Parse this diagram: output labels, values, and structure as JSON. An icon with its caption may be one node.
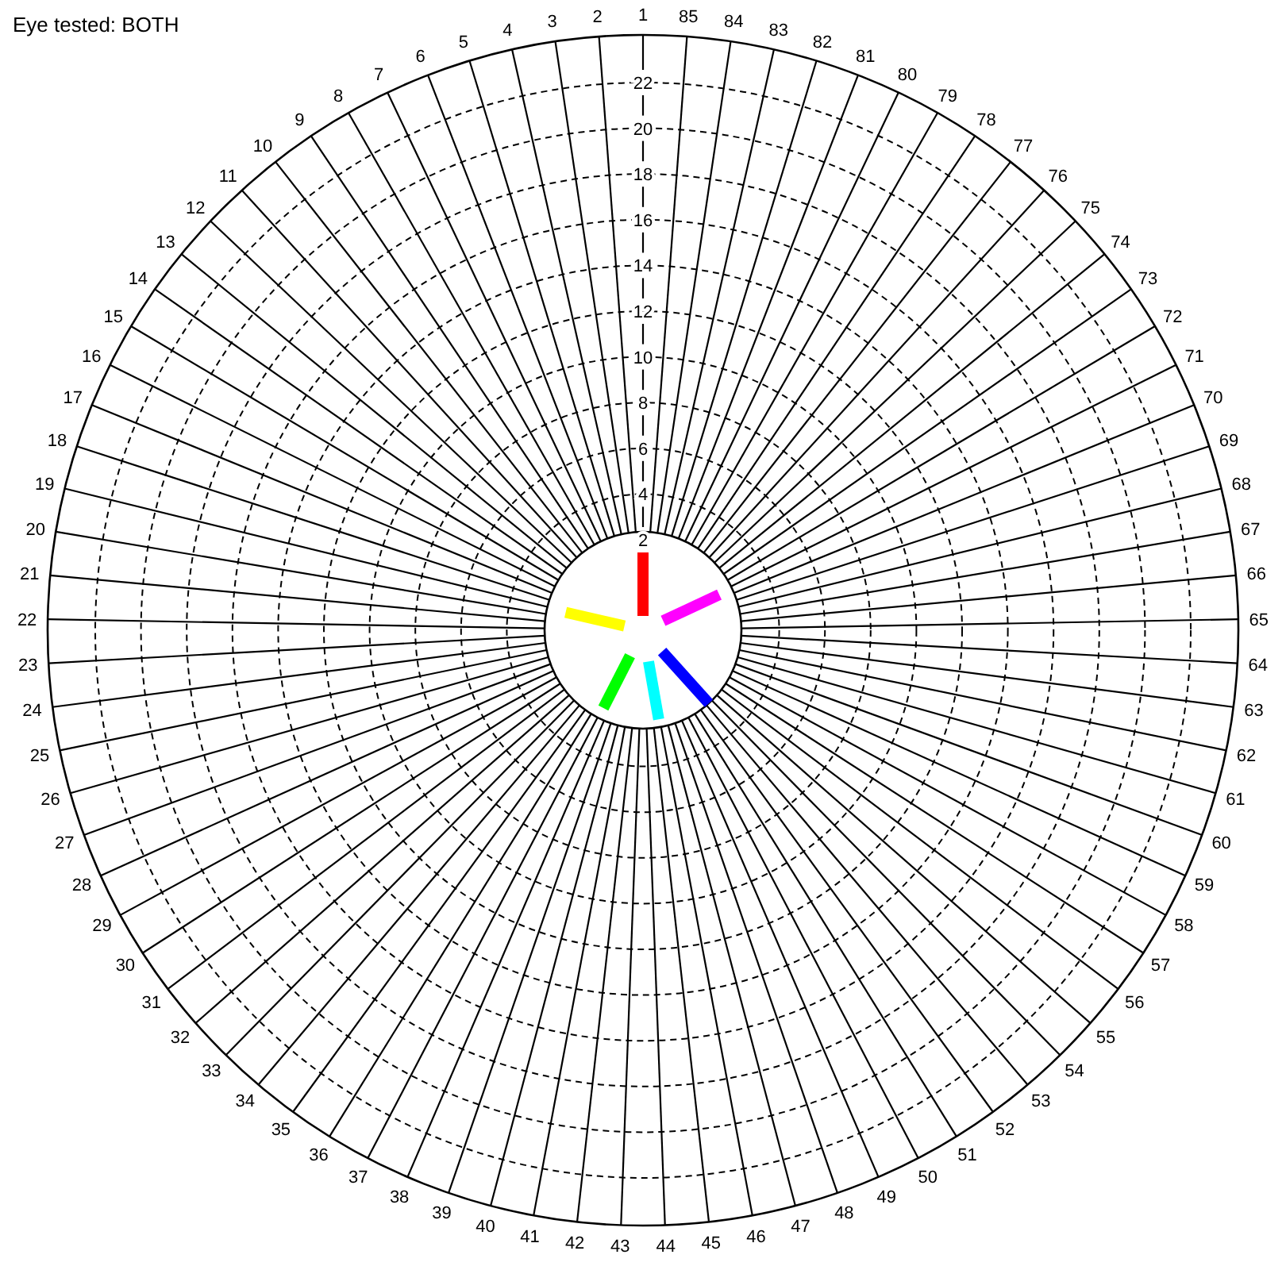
{
  "diagram": {
    "title": "Eye tested: BOTH",
    "labels": [
      "1",
      "2",
      "3",
      "4",
      "5",
      "6",
      "7",
      "8",
      "9",
      "10",
      "11",
      "12",
      "13",
      "14",
      "15",
      "16",
      "17",
      "18",
      "19",
      "20",
      "21",
      "22",
      "23",
      "24",
      "25",
      "26",
      "27",
      "28",
      "29",
      "30",
      "31",
      "32",
      "33",
      "34",
      "35",
      "36",
      "37",
      "38",
      "39",
      "40",
      "41",
      "42",
      "43",
      "44",
      "45",
      "46",
      "47",
      "48",
      "49",
      "50",
      "51",
      "52",
      "53",
      "54",
      "55",
      "56",
      "57",
      "58",
      "59",
      "60",
      "61",
      "62",
      "63",
      "64",
      "65",
      "66",
      "67",
      "68",
      "69",
      "70",
      "71",
      "72",
      "73",
      "74",
      "75",
      "76",
      "77",
      "78",
      "79",
      "80",
      "81",
      "82",
      "83",
      "84",
      "85",
      "22",
      "20",
      "18",
      "16",
      "14",
      "12",
      "10",
      "8",
      "6",
      "4",
      "2"
    ]
  }
}
